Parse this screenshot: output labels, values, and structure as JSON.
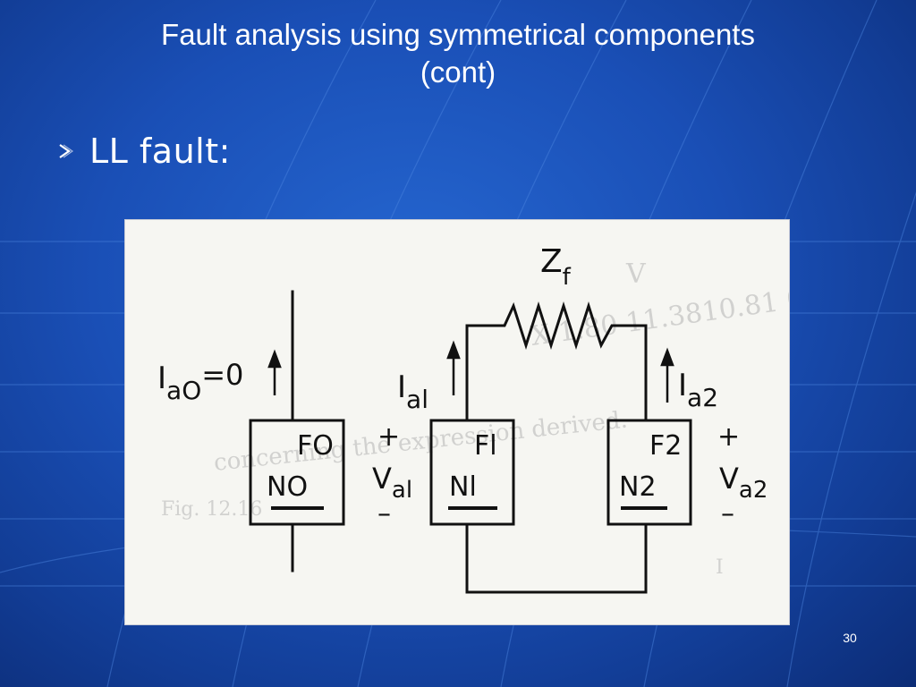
{
  "slide": {
    "title_line1": "Fault analysis using symmetrical components",
    "title_line2": "(cont)",
    "bullet": "LL fault:",
    "slide_number": "30"
  },
  "diagram": {
    "zf_main": "Z",
    "zf_sub": "f",
    "ia0_main": "I",
    "ia0_sub": "aO",
    "ia0_value": "=0",
    "ia1_main": "I",
    "ia1_sub": "al",
    "ia2_main": "I",
    "ia2_sub": "a2",
    "va1_main": "V",
    "va1_sub": "al",
    "va2_main": "V",
    "va2_sub": "a2",
    "plus": "+",
    "minus": "–",
    "box0_top": "FO",
    "box0_bottom": "NO",
    "box1_top": "Fl",
    "box1_bottom": "Nl",
    "box2_top": "F2",
    "box2_bottom": "N2"
  },
  "colors": {
    "background": "#1a4fb6",
    "title_text": "#ffffff",
    "figure_bg": "#f6f6f2",
    "ink": "#111111"
  },
  "icons": {
    "bullet": "chevron-right-icon"
  }
}
